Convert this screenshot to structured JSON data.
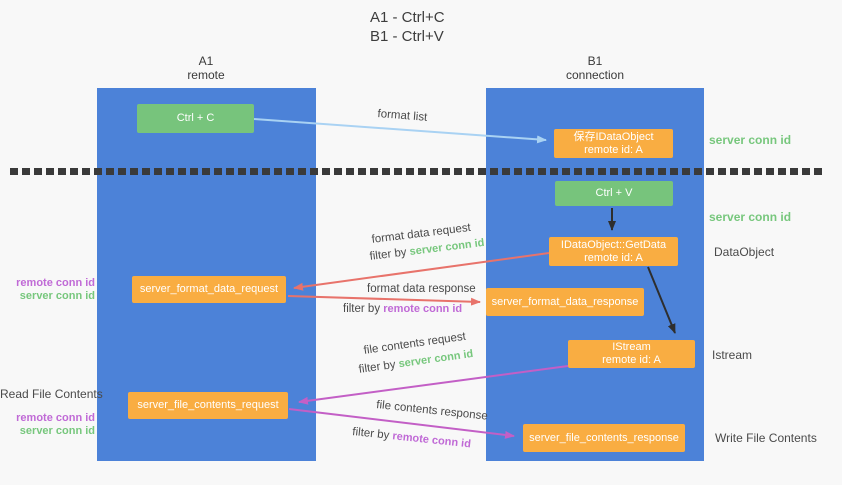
{
  "title": {
    "line1": "A1 - Ctrl+C",
    "line2": "B1 - Ctrl+V"
  },
  "lanes": {
    "a1": {
      "name": "A1",
      "role": "remote"
    },
    "b1": {
      "name": "B1",
      "role": "connection"
    }
  },
  "nodes": {
    "ctrl_c": {
      "label": "Ctrl + C"
    },
    "ctrl_v": {
      "label": "Ctrl + V"
    },
    "save_dataobject": {
      "line1": "保存IDataObject",
      "line2": "remote id: A"
    },
    "getdata": {
      "line1": "IDataObject::GetData",
      "line2": "remote id: A"
    },
    "istream": {
      "line1": "IStream",
      "line2": "remote id: A"
    },
    "server_format_data_request": {
      "label": "server_format_data_request"
    },
    "server_format_data_response": {
      "label": "server_format_data_response"
    },
    "server_file_contents_request": {
      "label": "server_file_contents_request"
    },
    "server_file_contents_response": {
      "label": "server_file_contents_response"
    }
  },
  "edge_labels": {
    "format_list": "format list",
    "format_data_request": "format data request",
    "format_data_request_filter": {
      "prefix": "filter by ",
      "key": "server conn id"
    },
    "format_data_response": "format data response",
    "format_data_response_filter": {
      "prefix": "filter by ",
      "key": "remote conn id"
    },
    "file_contents_request": "file contents request",
    "file_contents_request_filter": {
      "prefix": "filter by ",
      "key": "server conn id"
    },
    "file_contents_response": "file contents response",
    "file_contents_response_filter": {
      "prefix": "filter by ",
      "key": "remote conn id"
    }
  },
  "side_labels": {
    "right_server_conn_id_top": "server conn id",
    "right_server_conn_id_mid": "server conn id",
    "right_dataobject": "DataObject",
    "right_istream": "Istream",
    "right_write_file_contents": "Write File Contents",
    "left_remote_conn_id_top": "remote conn id",
    "left_server_conn_id_top": "server conn id",
    "left_read_file_contents": "Read File Contents",
    "left_remote_conn_id_bottom": "remote conn id",
    "left_server_conn_id_bottom": "server conn id"
  },
  "colors": {
    "lane_blue": "#4c82d8",
    "node_green": "#77c47c",
    "node_orange": "#f9ad42",
    "arrow_lightblue": "#a9d2f3",
    "arrow_red": "#e8736b",
    "arrow_magenta": "#c35fc6",
    "arrow_black": "#2e2e2e",
    "text_green": "#77c77d",
    "text_purple": "#c06ad6",
    "separator_dark": "#3a3a3a",
    "background": "#f8f8f8"
  }
}
